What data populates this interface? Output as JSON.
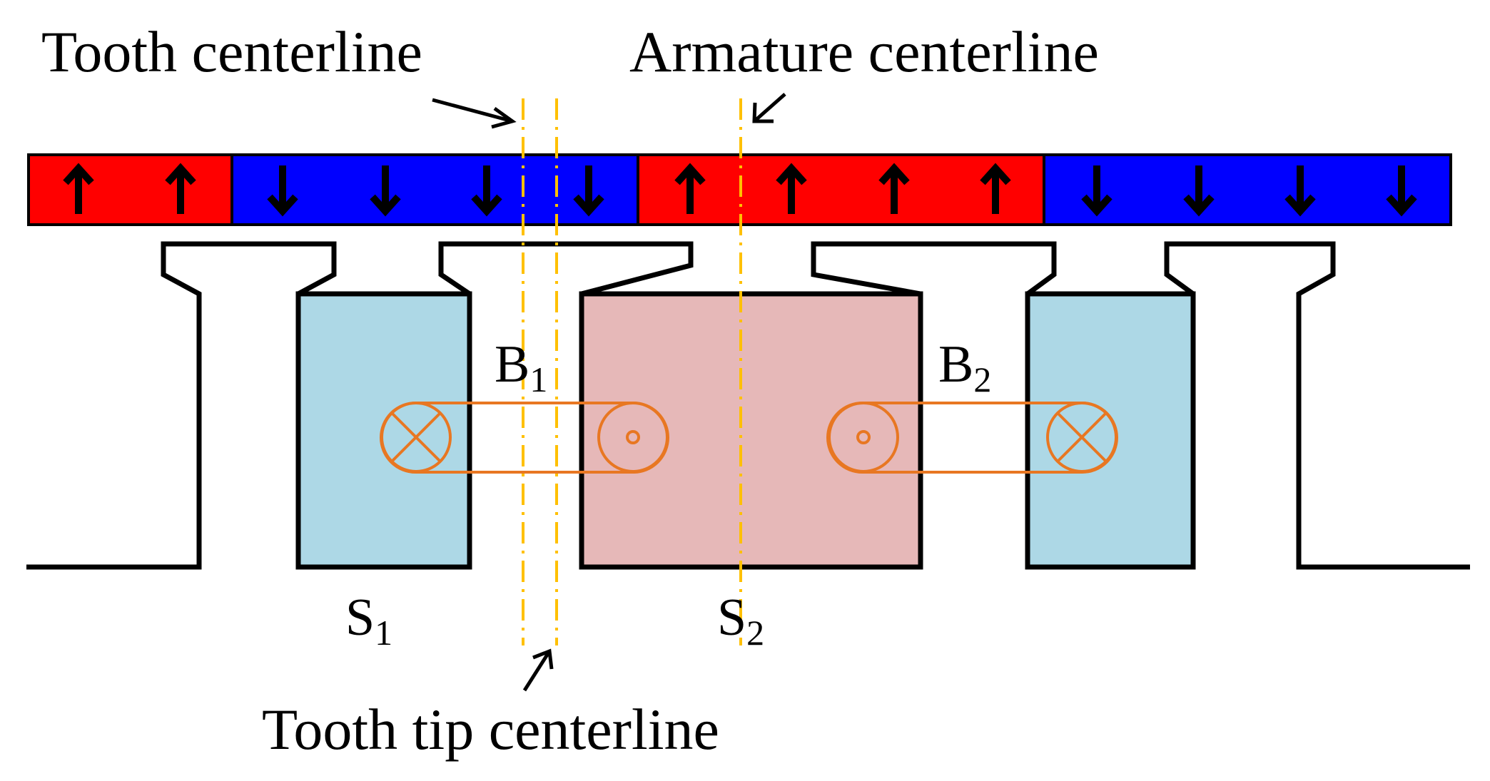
{
  "labels": {
    "tooth_centerline": "Tooth centerline",
    "armature_centerline": "Armature centerline",
    "tooth_tip_centerline": "Tooth tip centerline",
    "b1": {
      "base": "B",
      "sub": "1"
    },
    "b2": {
      "base": "B",
      "sub": "2"
    },
    "s1": {
      "base": "S",
      "sub": "1"
    },
    "s2": {
      "base": "S",
      "sub": "2"
    }
  },
  "magnets": [
    {
      "name": "magnet-segment-1",
      "direction": "up",
      "arrows": 2,
      "color": "#ff0000"
    },
    {
      "name": "magnet-segment-2",
      "direction": "down",
      "arrows": 4,
      "color": "#0000ff"
    },
    {
      "name": "magnet-segment-3",
      "direction": "up",
      "arrows": 4,
      "color": "#ff0000"
    },
    {
      "name": "magnet-segment-4",
      "direction": "down",
      "arrows": 4,
      "color": "#0000ff"
    }
  ],
  "colors": {
    "outline": "#000000",
    "coil_slot": "#add8e6",
    "armature_block": "#e6b8b8",
    "winding": "#e87722",
    "centerline": "#ffc000"
  },
  "icons": {
    "current_into_page": "cross-circle-icon",
    "current_out_of_page": "dot-circle-icon"
  }
}
